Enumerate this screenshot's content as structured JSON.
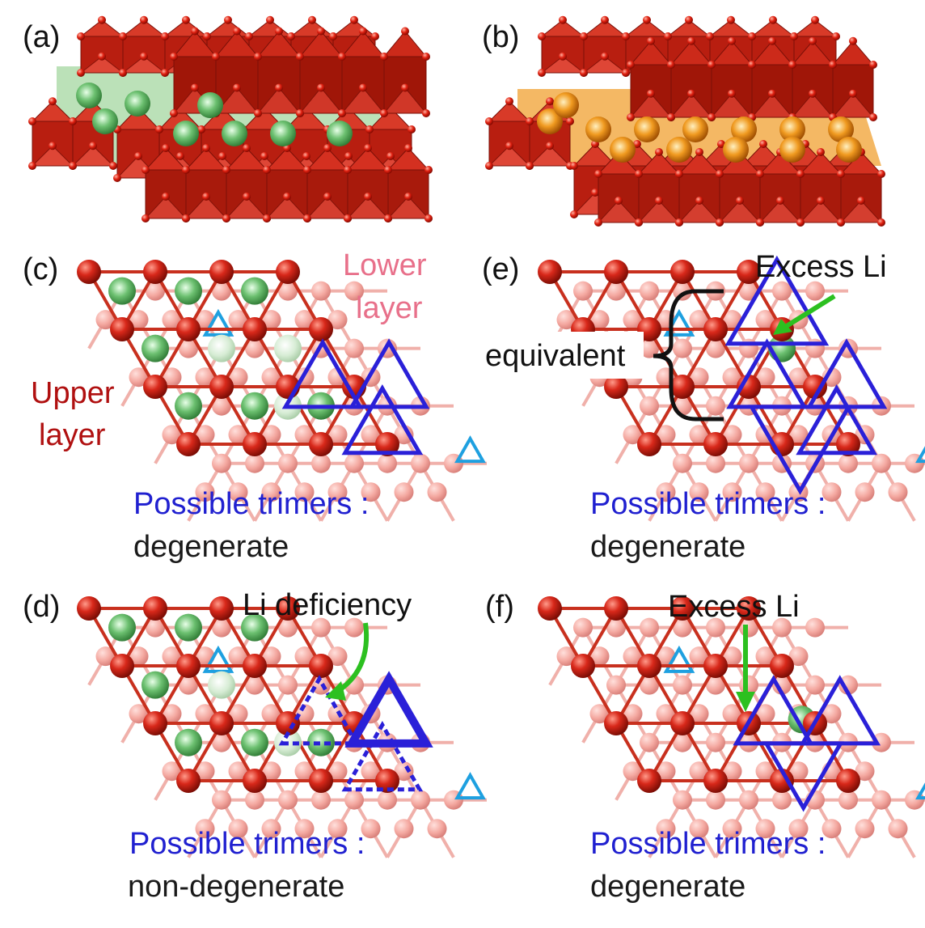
{
  "panels": {
    "a": {
      "label": "(a)"
    },
    "b": {
      "label": "(b)"
    },
    "c": {
      "label": "(c)",
      "lower_layer": [
        "Lower",
        "layer"
      ],
      "upper_layer": [
        "Upper",
        "layer"
      ],
      "caption_title": "Possible trimers :",
      "caption_state": "degenerate"
    },
    "d": {
      "label": "(d)",
      "annotation": "Li deficiency",
      "caption_title": "Possible trimers :",
      "caption_state": "non-degenerate"
    },
    "e": {
      "label": "(e)",
      "annotation": "Excess Li",
      "bracket_label": "equivalent",
      "caption_title": "Possible trimers :",
      "caption_state": "degenerate"
    },
    "f": {
      "label": "(f)",
      "annotation": "Excess Li",
      "caption_title": "Possible trimers :",
      "caption_state": "degenerate"
    }
  },
  "colors": {
    "upper_atom": "#c81e10",
    "lower_atom": "#f0a09a",
    "upper_bond": "#c8301e",
    "lower_bond": "#f0b0aa",
    "li_atom": "#5cb85c",
    "trimer": "#2a20d8",
    "cyan_triangle": "#1ea0e0",
    "arrow": "#2cc020",
    "octahedra": "#c42616",
    "green_layer": "#9ed49a",
    "orange_layer": "#f0a030"
  }
}
